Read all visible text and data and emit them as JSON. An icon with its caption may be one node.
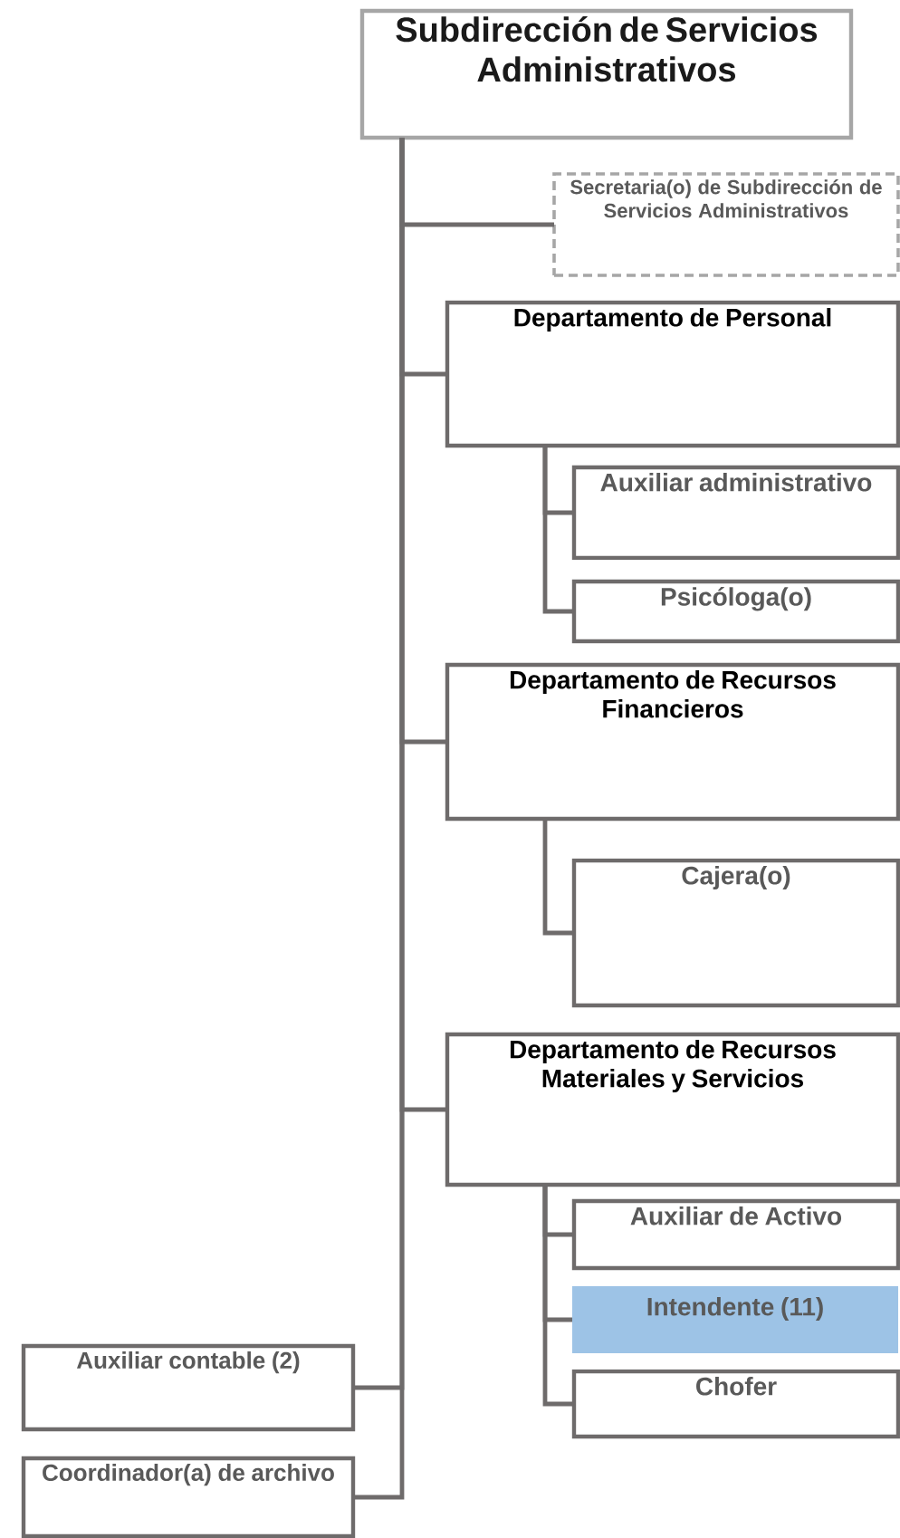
{
  "diagram": {
    "nodes": [
      {
        "text": [
          "Subdirección de Servicios Administrativos"
        ]
      },
      {
        "text": [
          "Secretaria(o) de Subdirección de Servicios Administrativos"
        ]
      },
      {
        "text": [
          "Departamento de Personal"
        ]
      },
      {
        "text": [
          "Auxiliar administrativo"
        ]
      },
      {
        "text": [
          "Psicóloga(o)"
        ]
      },
      {
        "text": [
          "Departamento de Recursos Financieros"
        ]
      },
      {
        "text": [
          "Cajera(o)"
        ]
      },
      {
        "text": [
          "Departamento de Recursos Materiales y Servicios"
        ]
      },
      {
        "text": [
          "Auxiliar de Activo"
        ]
      },
      {
        "text": [
          "Intendente (11)"
        ]
      },
      {
        "text": [
          "Chofer"
        ]
      },
      {
        "text": [
          "Auxiliar contable (2)"
        ]
      },
      {
        "text": [
          "Coordinador(a) de archivo"
        ]
      }
    ],
    "edges": [
      {
        "from": 0,
        "to": 1,
        "arrow": "none"
      },
      {
        "from": 0,
        "to": 2,
        "arrow": "none"
      },
      {
        "from": 2,
        "to": 3,
        "arrow": "none"
      },
      {
        "from": 2,
        "to": 4,
        "arrow": "none"
      },
      {
        "from": 0,
        "to": 5,
        "arrow": "none"
      },
      {
        "from": 5,
        "to": 6,
        "arrow": "none"
      },
      {
        "from": 0,
        "to": 7,
        "arrow": "none"
      },
      {
        "from": 7,
        "to": 8,
        "arrow": "none"
      },
      {
        "from": 7,
        "to": 9,
        "arrow": "none"
      },
      {
        "from": 7,
        "to": 10,
        "arrow": "none"
      },
      {
        "from": 0,
        "to": 11,
        "arrow": "none"
      },
      {
        "from": 0,
        "to": 12,
        "arrow": "none"
      }
    ]
  }
}
